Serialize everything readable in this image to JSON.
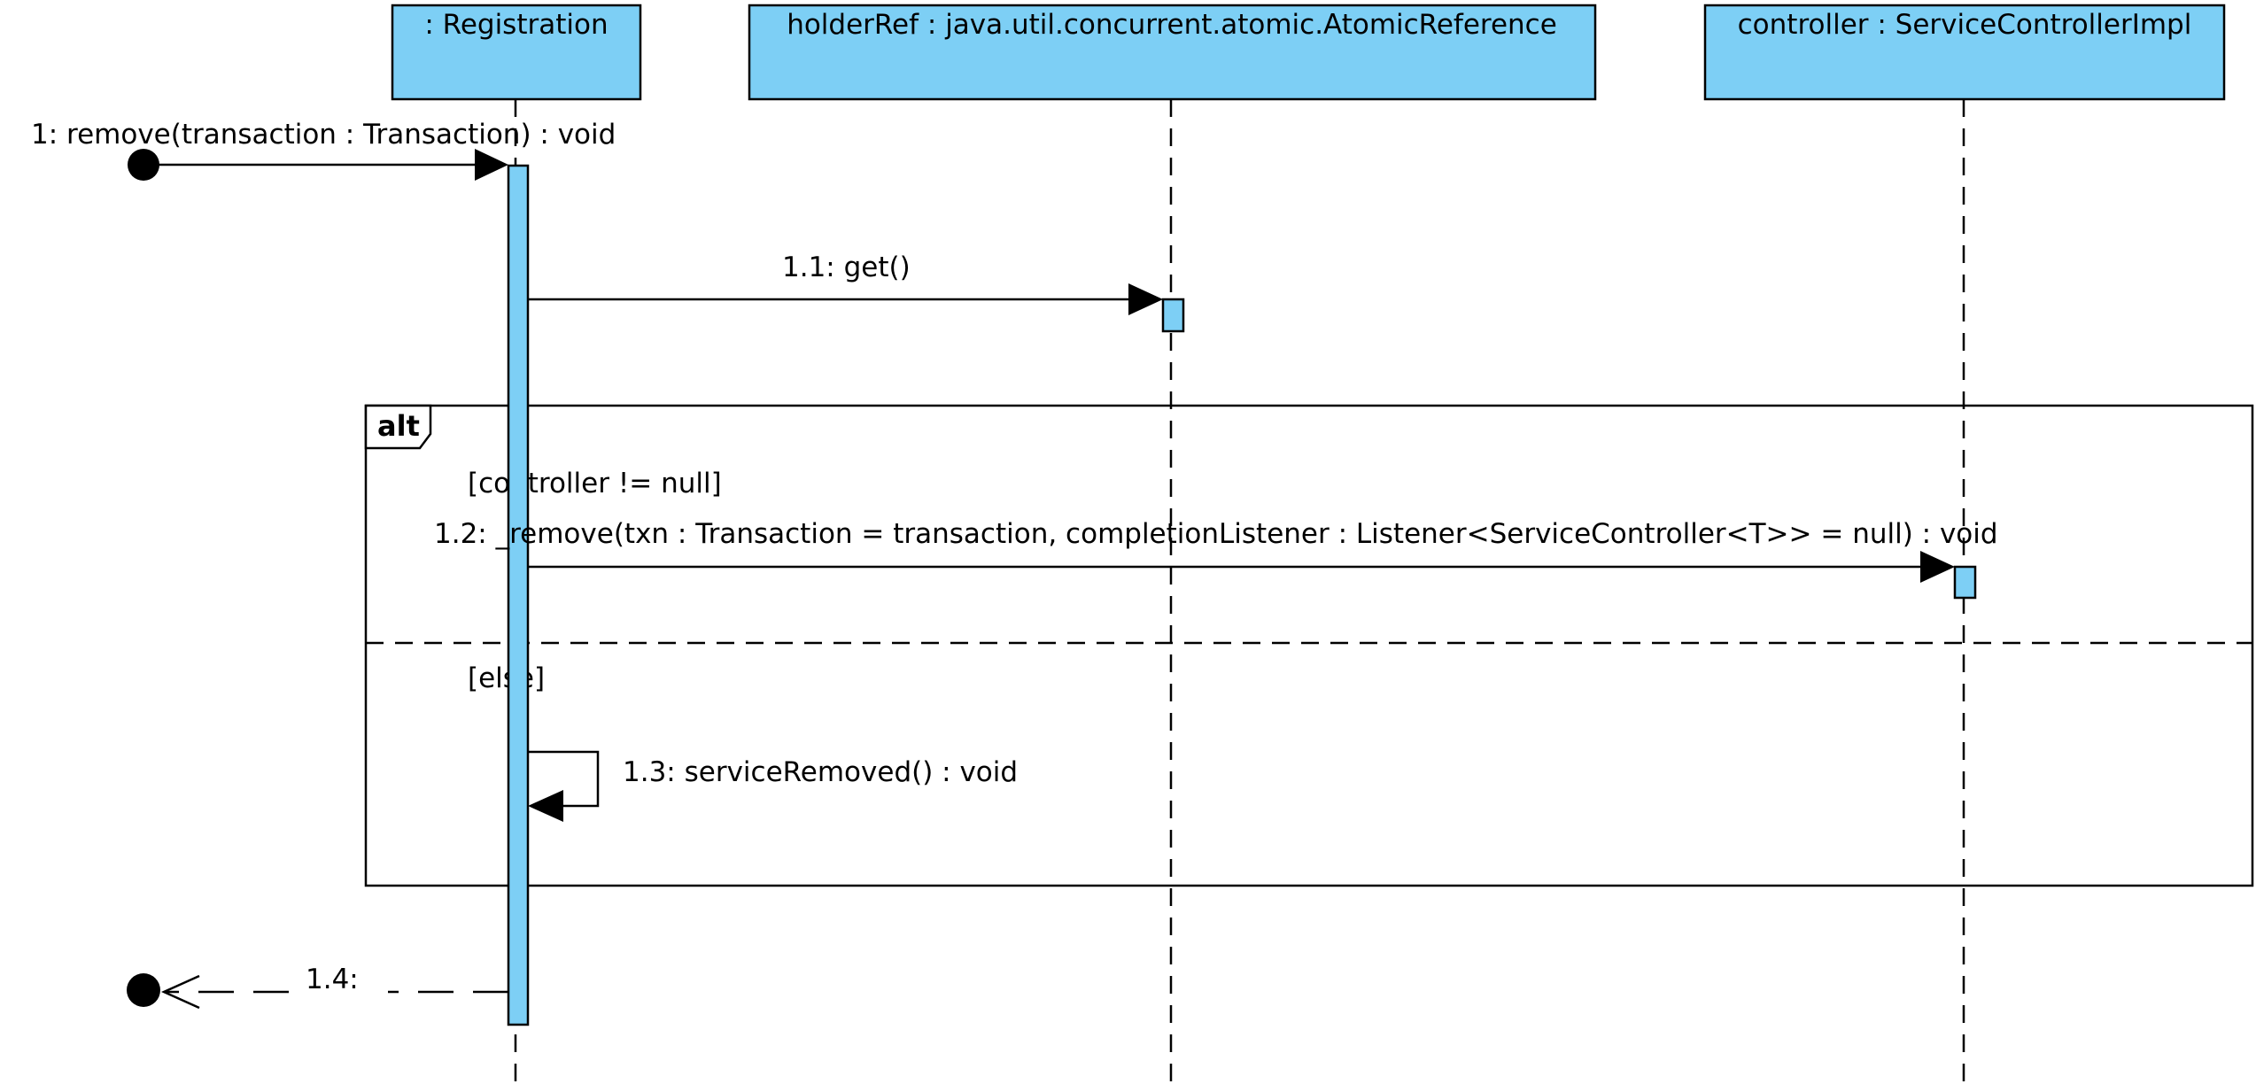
{
  "colors": {
    "participant_fill": "#7dcff5",
    "activation_fill": "#7dcff5",
    "line": "#000000",
    "background": "#ffffff"
  },
  "participants": {
    "registration": {
      "label": ": Registration"
    },
    "holder_ref": {
      "label": "holderRef : java.util.concurrent.atomic.AtomicReference"
    },
    "controller": {
      "label": "controller : ServiceControllerImpl"
    }
  },
  "messages": {
    "m1": {
      "label": "1: remove(transaction : Transaction) : void"
    },
    "m1_1": {
      "label": "1.1: get()"
    },
    "m1_2": {
      "label": "1.2: _remove(txn : Transaction = transaction, completionListener : Listener<ServiceController<T>> = null) : void"
    },
    "m1_3": {
      "label": "1.3: serviceRemoved() : void"
    },
    "m1_4": {
      "label": "1.4:"
    }
  },
  "fragment": {
    "operator": "alt",
    "guard_1": "[controller != null]",
    "guard_2": "[else]"
  }
}
